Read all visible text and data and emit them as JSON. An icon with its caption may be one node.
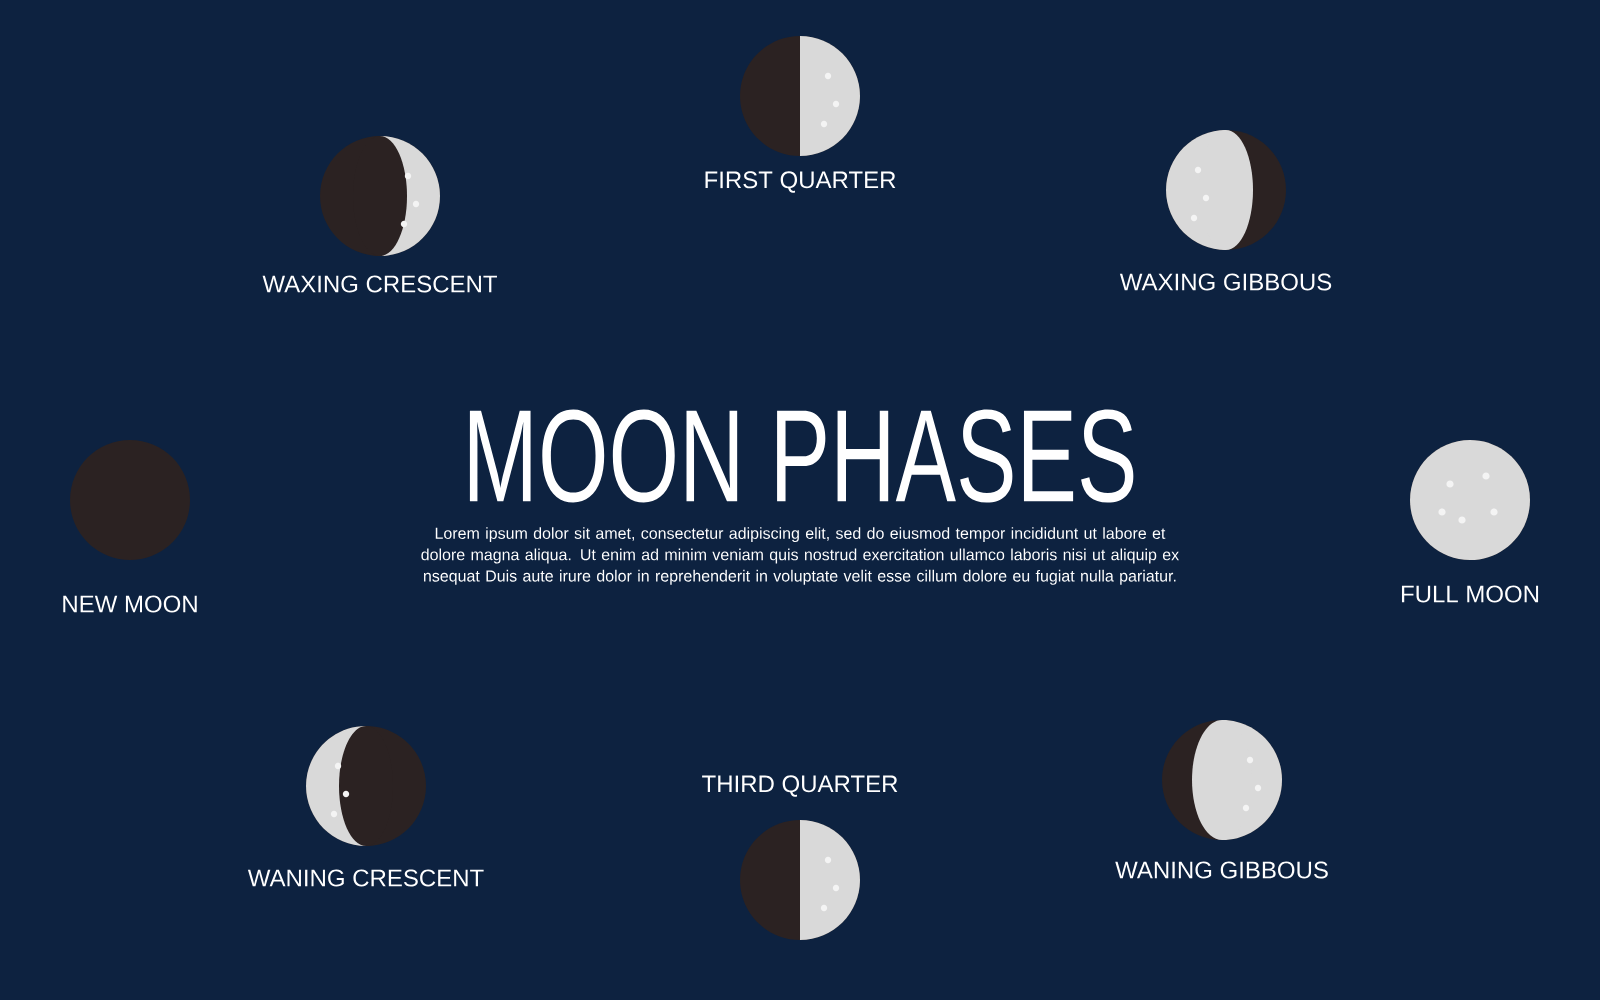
{
  "diagram": {
    "title": "MOON PHASES",
    "nodes": [
      {
        "text": [
          "FIRST QUARTER"
        ]
      },
      {
        "text": [
          "WAXING CRESCENT"
        ]
      },
      {
        "text": [
          "WAXING GIBBOUS"
        ]
      },
      {
        "text": [
          "NEW MOON"
        ]
      },
      {
        "text": [
          "FULL MOON"
        ]
      },
      {
        "text": [
          "WANING CRESCENT"
        ]
      },
      {
        "text": [
          "THIRD QUARTER"
        ]
      },
      {
        "text": [
          "WANING GIBBOUS"
        ]
      }
    ],
    "labels": [
      "Lorem ipsum dolor sit amet, consectetur adipiscing elit, sed do eiusmod tempor incididunt ut labore et dolore magna aliqua. Ut enim ad minim veniam quis nostrud exercitation ullamco laboris nisi ut aliquip ex nsequat Duis aute irure dolor in reprehenderit in voluptate velit esse cillum dolore eu fugiat nulla pariatur."
    ]
  }
}
